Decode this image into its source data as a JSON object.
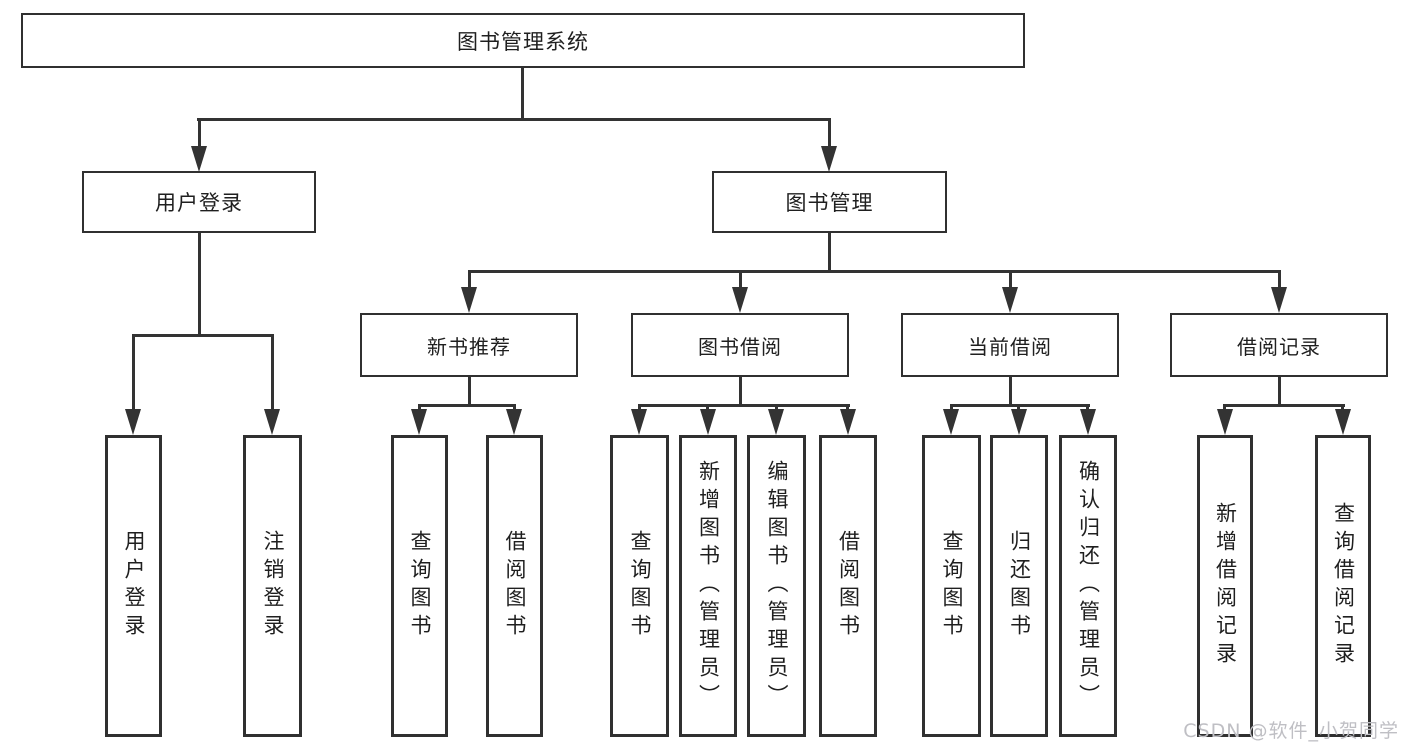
{
  "title": "图书管理系统",
  "level2": {
    "user_login": "用户登录",
    "book_mgmt": "图书管理"
  },
  "level3": {
    "new_book": "新书推荐",
    "book_borrow": "图书借阅",
    "current_borrow": "当前借阅",
    "borrow_record": "借阅记录"
  },
  "leaves": {
    "user_login": [
      "用户登录",
      "注销登录"
    ],
    "new_book": [
      "查询图书",
      "借阅图书"
    ],
    "book_borrow": [
      "查询图书",
      "新增图书（管理员）",
      "编辑图书（管理员）",
      "借阅图书"
    ],
    "current_borrow": [
      "查询图书",
      "归还图书",
      "确认归还（管理员）"
    ],
    "borrow_record": [
      "新增借阅记录",
      "查询借阅记录"
    ]
  },
  "watermark": "CSDN @软件_小贺同学",
  "colors": {
    "line": "#333333",
    "box_border": "#303030",
    "text": "#1f1f1f",
    "watermark": "#bfbfc4",
    "background": "#ffffff"
  }
}
